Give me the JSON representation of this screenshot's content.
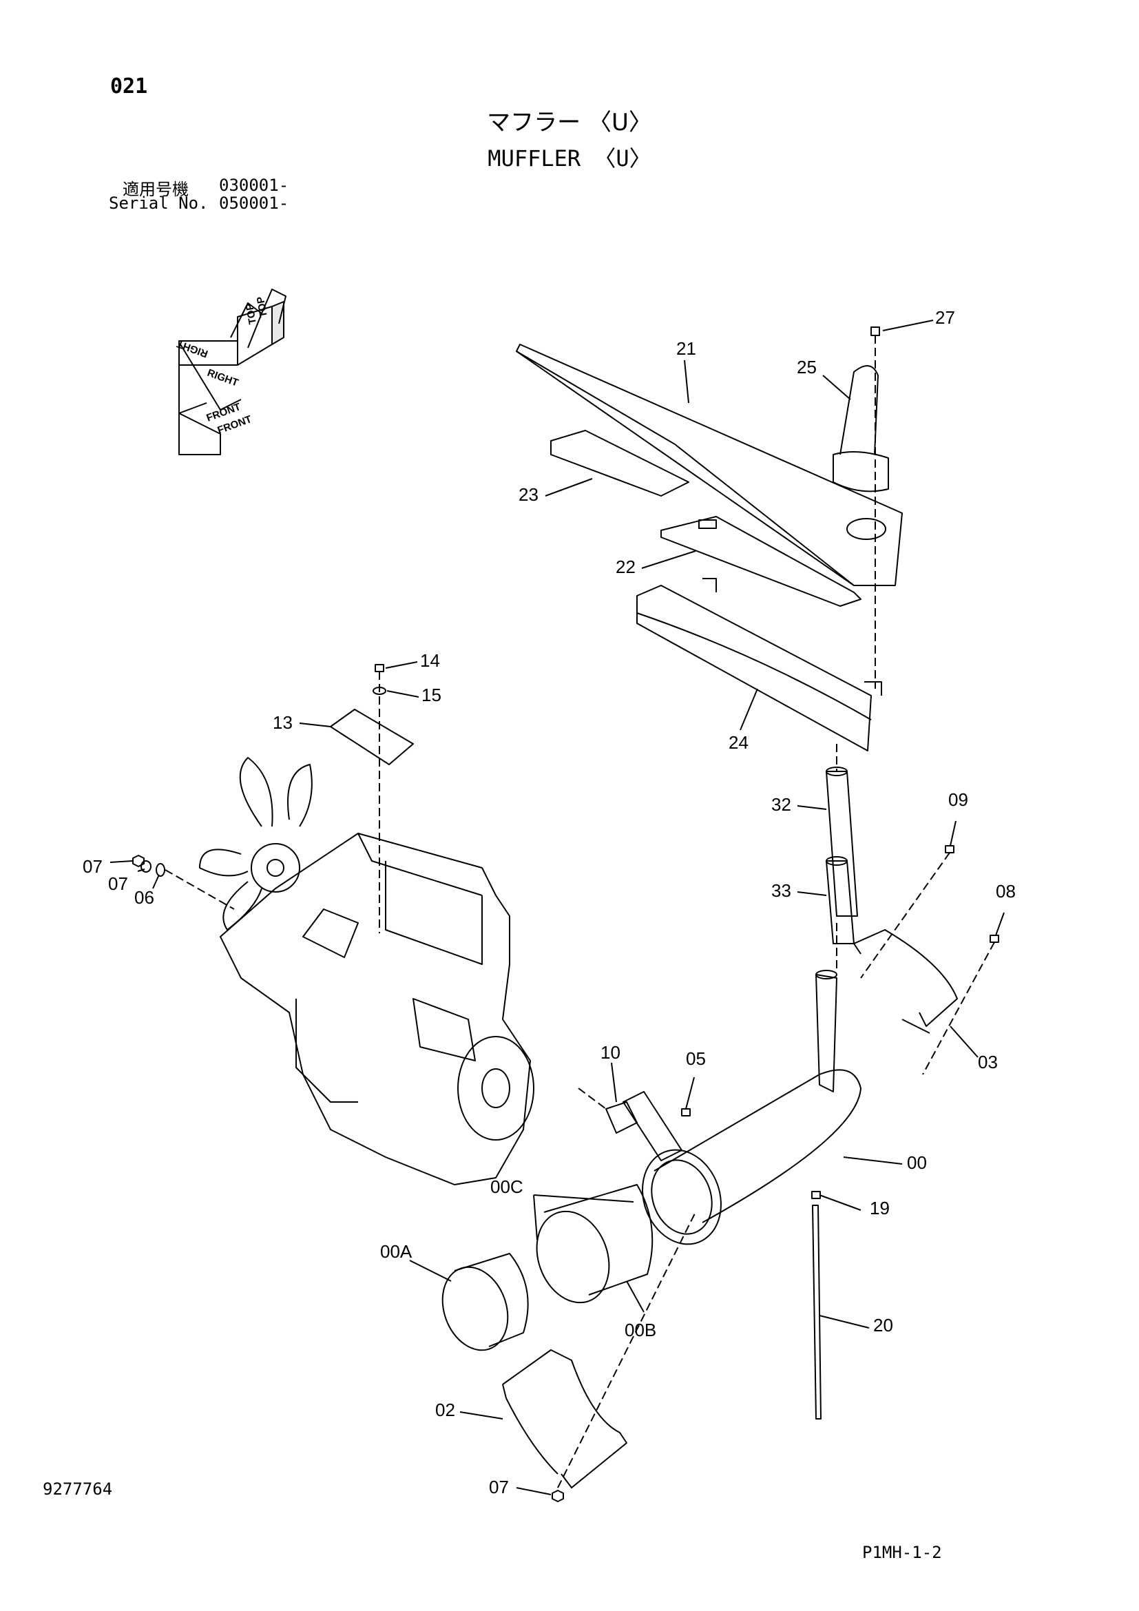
{
  "page_number": "021",
  "title_jp": "マフラー 〈U〉",
  "title_en": "MUFFLER 〈U〉",
  "serial": {
    "jp_label": "適用号機",
    "jp_value": "030001-",
    "en_label": "Serial No.",
    "en_value": "050001-"
  },
  "orientation_labels": [
    "TOP",
    "TOP",
    "RIGHT",
    "RIGHT",
    "FRONT",
    "FRONT"
  ],
  "part_labels": {
    "p27": "27",
    "p21": "21",
    "p25": "25",
    "p23": "23",
    "p22": "22",
    "p24": "24",
    "p14": "14",
    "p15": "15",
    "p13": "13",
    "p32": "32",
    "p09": "09",
    "p33": "33",
    "p08": "08",
    "p07a": "07",
    "p07b": "07",
    "p06": "06",
    "p10": "10",
    "p05": "05",
    "p03": "03",
    "p00": "00",
    "p00C": "00C",
    "p19": "19",
    "p00A": "00A",
    "p00B": "00B",
    "p20": "20",
    "p02": "02",
    "p07c": "07"
  },
  "document_id": "9277764",
  "page_code": "P1MH-1-2"
}
